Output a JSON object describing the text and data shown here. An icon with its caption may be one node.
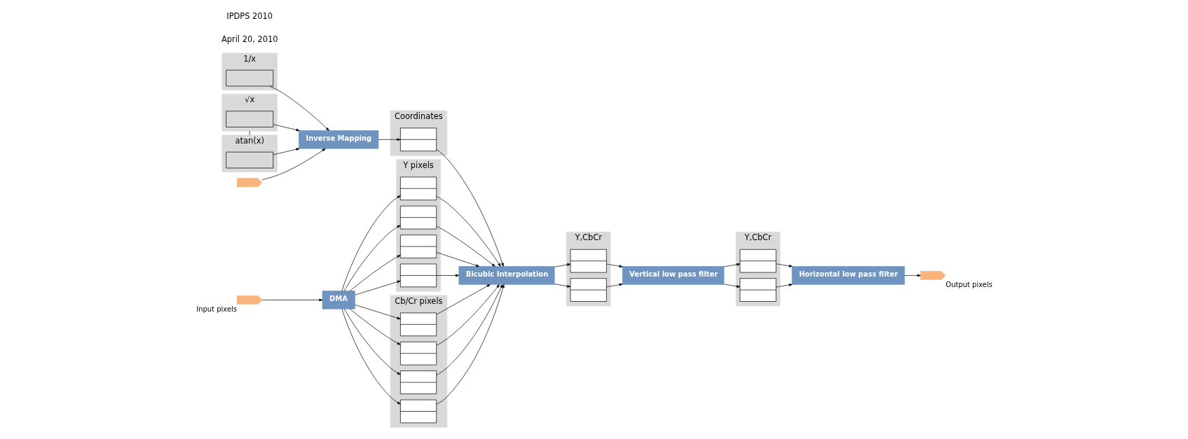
{
  "diagram": {
    "nodes": [
      {
        "text": [
          "1/x"
        ]
      },
      {
        "text": [],
        "shape": "box",
        "in": 0
      },
      {
        "text": [
          "√x"
        ]
      },
      {
        "text": [],
        "shape": "box",
        "in": 2
      },
      {
        "text": [
          "atan(x)"
        ]
      },
      {
        "text": [],
        "shape": "box",
        "in": 4
      },
      {
        "text": [
          "Inverse Mapping"
        ]
      },
      {
        "text": [
          "Coordinates"
        ]
      },
      {
        "text": [],
        "shape": "box",
        "in": 7
      },
      {
        "text": [
          "Y pixels"
        ]
      },
      {
        "text": [],
        "shape": "box",
        "in": 9
      },
      {
        "text": [],
        "shape": "box",
        "in": 9
      },
      {
        "text": [],
        "shape": "box",
        "in": 9
      },
      {
        "text": [],
        "shape": "box",
        "in": 9
      },
      {
        "text": [
          "Cb/Cr pixels"
        ]
      },
      {
        "text": [],
        "shape": "box",
        "in": 14
      },
      {
        "text": [],
        "shape": "box",
        "in": 14
      },
      {
        "text": [],
        "shape": "box",
        "in": 14
      },
      {
        "text": [],
        "shape": "box",
        "in": 14
      },
      {
        "text": [],
        "shape": "arrow"
      },
      {
        "text": [
          "Input pixels"
        ]
      },
      {
        "text": [
          "DMA"
        ]
      },
      {
        "text": [
          "Bicubic Interpolation"
        ]
      },
      {
        "text": [
          "Y,CbCr"
        ]
      },
      {
        "text": [],
        "shape": "box",
        "in": 23
      },
      {
        "text": [],
        "shape": "box",
        "in": 23
      },
      {
        "text": [
          "Vertical low pass filter"
        ]
      },
      {
        "text": [
          "Y,CbCr"
        ]
      },
      {
        "text": [],
        "shape": "box",
        "in": 27
      },
      {
        "text": [],
        "shape": "box",
        "in": 27
      },
      {
        "text": [
          "Horizontal low pass filter"
        ]
      },
      {
        "text": [
          "Output pixels"
        ]
      }
    ],
    "edges": [
      {
        "from": 1,
        "to": 6,
        "arrow": "to"
      },
      {
        "from": 3,
        "to": 6,
        "arrow": "to"
      },
      {
        "from": 5,
        "to": 6,
        "arrow": "to"
      },
      {
        "from": 2,
        "to": 4,
        "arrow": "none"
      },
      {
        "from": 19,
        "to": 6,
        "arrow": "to"
      },
      {
        "from": 6,
        "to": 8,
        "arrow": "to"
      },
      {
        "from": 8,
        "to": 22,
        "arrow": "to"
      },
      {
        "from": 20,
        "to": 21,
        "arrow": "to"
      },
      {
        "from": 21,
        "to": 10,
        "arrow": "to"
      },
      {
        "from": 21,
        "to": 11,
        "arrow": "to"
      },
      {
        "from": 21,
        "to": 12,
        "arrow": "to"
      },
      {
        "from": 21,
        "to": 13,
        "arrow": "to"
      },
      {
        "from": 21,
        "to": 15,
        "arrow": "to"
      },
      {
        "from": 21,
        "to": 16,
        "arrow": "to"
      },
      {
        "from": 21,
        "to": 17,
        "arrow": "to"
      },
      {
        "from": 21,
        "to": 18,
        "arrow": "to"
      },
      {
        "from": 10,
        "to": 22,
        "arrow": "to"
      },
      {
        "from": 11,
        "to": 22,
        "arrow": "to"
      },
      {
        "from": 12,
        "to": 22,
        "arrow": "to"
      },
      {
        "from": 13,
        "to": 22,
        "arrow": "to"
      },
      {
        "from": 15,
        "to": 22,
        "arrow": "to"
      },
      {
        "from": 16,
        "to": 22,
        "arrow": "to"
      },
      {
        "from": 17,
        "to": 22,
        "arrow": "to"
      },
      {
        "from": 18,
        "to": 22,
        "arrow": "to"
      },
      {
        "from": 22,
        "to": 24,
        "arrow": "to"
      },
      {
        "from": 22,
        "to": 25,
        "arrow": "to"
      },
      {
        "from": 24,
        "to": 26,
        "arrow": "to"
      },
      {
        "from": 25,
        "to": 26,
        "arrow": "to"
      },
      {
        "from": 26,
        "to": 28,
        "arrow": "to"
      },
      {
        "from": 26,
        "to": 29,
        "arrow": "to"
      },
      {
        "from": 28,
        "to": 30,
        "arrow": "to"
      },
      {
        "from": 29,
        "to": 30,
        "arrow": "to"
      },
      {
        "from": 30,
        "to": 31,
        "arrow": "to"
      }
    ],
    "labels": [
      "April 20, 2010",
      "IPDPS 2010"
    ]
  }
}
